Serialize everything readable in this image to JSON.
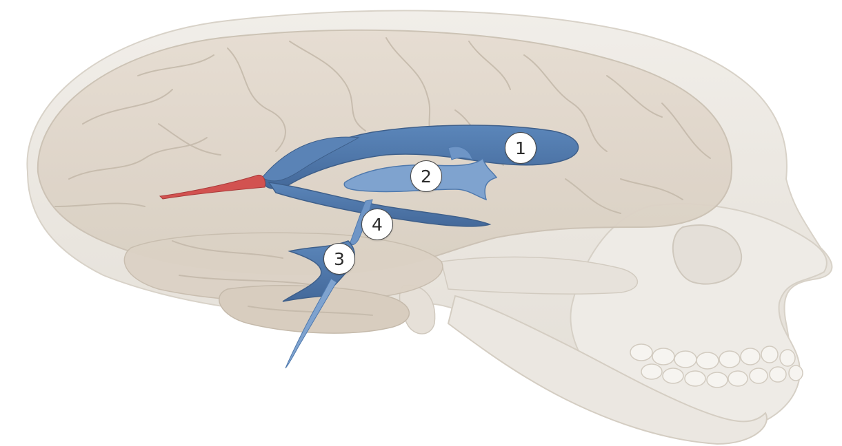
{
  "colors": {
    "skull": "#ebe7e1",
    "brain": "#e2d9cc",
    "sulcus": "#c9bfb0",
    "ventricle": "#4f79ad",
    "ventricle_light": "#7fa3cf",
    "highlight": "#d25250"
  },
  "markers": [
    {
      "id": "1",
      "label": "1"
    },
    {
      "id": "2",
      "label": "2"
    },
    {
      "id": "3",
      "label": "3"
    },
    {
      "id": "4",
      "label": "4"
    }
  ]
}
